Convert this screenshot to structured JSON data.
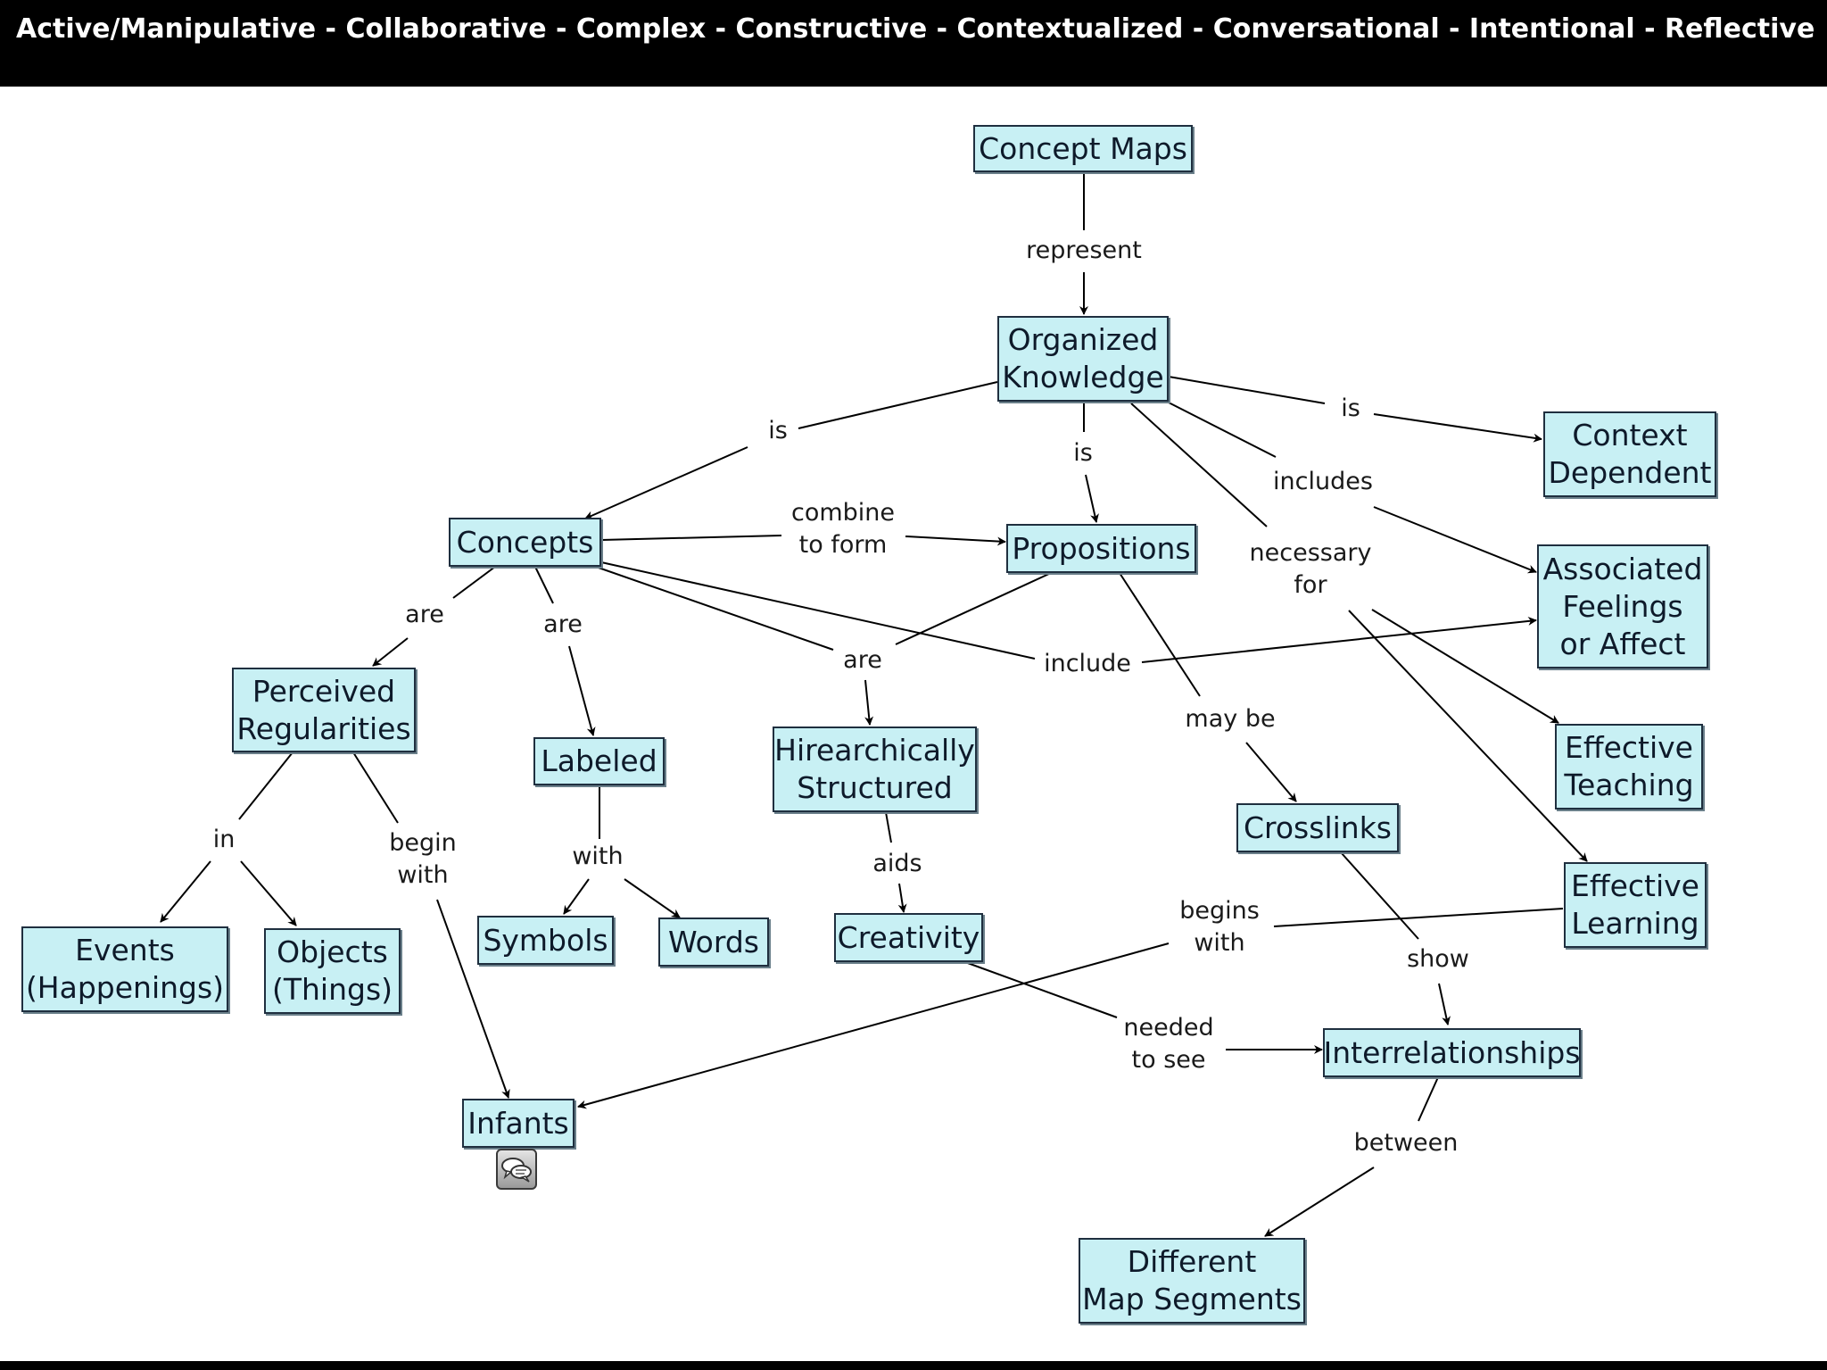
{
  "header": {
    "principles": "Active/Manipulative - Collaborative - Complex - Constructive - Contextualized - Conversational - Intentional - Reflective"
  },
  "concepts": {
    "concept_maps": "Concept Maps",
    "organized_knowledge": "Organized\nKnowledge",
    "context_dependent": "Context\nDependent",
    "concepts": "Concepts",
    "propositions": "Propositions",
    "associated_feelings": "Associated\nFeelings\nor Affect",
    "perceived_regularities": "Perceived\nRegularities",
    "labeled": "Labeled",
    "hierarchically_structured": "Hirearchically\nStructured",
    "effective_teaching": "Effective\nTeaching",
    "crosslinks": "Crosslinks",
    "effective_learning": "Effective\nLearning",
    "events": "Events\n(Happenings)",
    "objects": "Objects\n(Things)",
    "symbols": "Symbols",
    "words": "Words",
    "creativity": "Creativity",
    "interrelationships": "Interrelationships",
    "infants": "Infants",
    "different_map_segments": "Different\nMap Segments"
  },
  "links": {
    "represent": "represent",
    "is_concepts": "is",
    "is_propositions": "is",
    "is_context": "is",
    "includes": "includes",
    "necessary_for": "necessary\nfor",
    "combine_to_form": "combine\nto form",
    "are_perceived": "are",
    "are_labeled": "are",
    "are_hierarchical": "are",
    "include": "include",
    "may_be": "may be",
    "in": "in",
    "begin_with": "begin\nwith",
    "with": "with",
    "aids": "aids",
    "begins_with": "begins\nwith",
    "show": "show",
    "needed_to_see": "needed\nto see",
    "between": "between"
  },
  "icons": {
    "resource": "chat-bubbles-icon"
  },
  "colors": {
    "node_fill": "#c8f0f4",
    "node_border": "#1f2f3f",
    "header_bg": "#000000",
    "header_text": "#ffffff"
  }
}
